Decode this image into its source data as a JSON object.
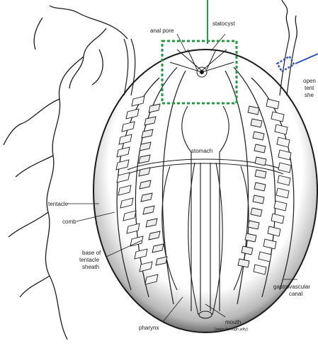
{
  "labels": {
    "anal_pore": "anal pore",
    "statocyst": "statocyst",
    "opening_l1": "open",
    "opening_l2": "tent",
    "opening_l3": "she",
    "stomach": "stomach",
    "tentacle": "tentacle",
    "comb": "comb",
    "base_l1": "base of",
    "base_l2": "tentacle",
    "base_l3": "sheath",
    "gastro_l1": "gastrovascular",
    "gastro_l2": "canal",
    "pharynx": "pharynx",
    "mouth": "mouth",
    "mouth_note": "(seen through jelly)"
  },
  "colors": {
    "ink": "#1a1a1a",
    "shading": "#555555",
    "highlight_green": "#1e9e3e",
    "highlight_blue": "#2f55c8"
  }
}
